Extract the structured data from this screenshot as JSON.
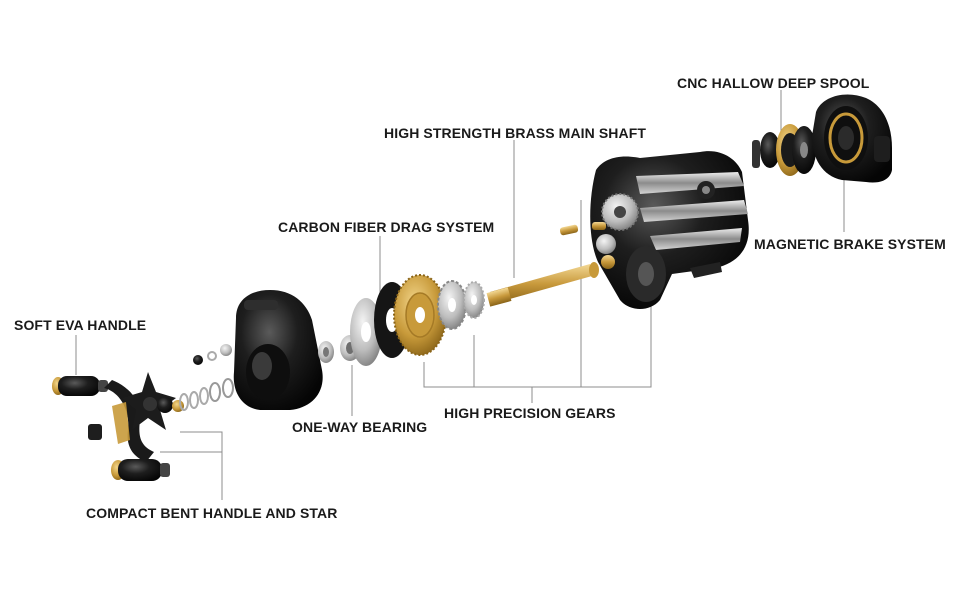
{
  "labels": {
    "soft_eva_handle": "SOFT EVA HANDLE",
    "compact_bent_handle": "COMPACT BENT HANDLE AND STAR",
    "one_way_bearing": "ONE-WAY BEARING",
    "carbon_fiber_drag": "CARBON FIBER DRAG SYSTEM",
    "high_precision_gears": "HIGH PRECISION GEARS",
    "brass_main_shaft": "HIGH STRENGTH BRASS MAIN SHAFT",
    "cnc_spool": "CNC HALLOW DEEP SPOOL",
    "magnetic_brake": "MAGNETIC BRAKE SYSTEM"
  },
  "colors": {
    "leader_line": "#8c8c8c",
    "text": "#1a1a1a",
    "brass": "#c89a3a",
    "black_part": "#1b1b1b",
    "silver_part": "#b9b9b9"
  }
}
